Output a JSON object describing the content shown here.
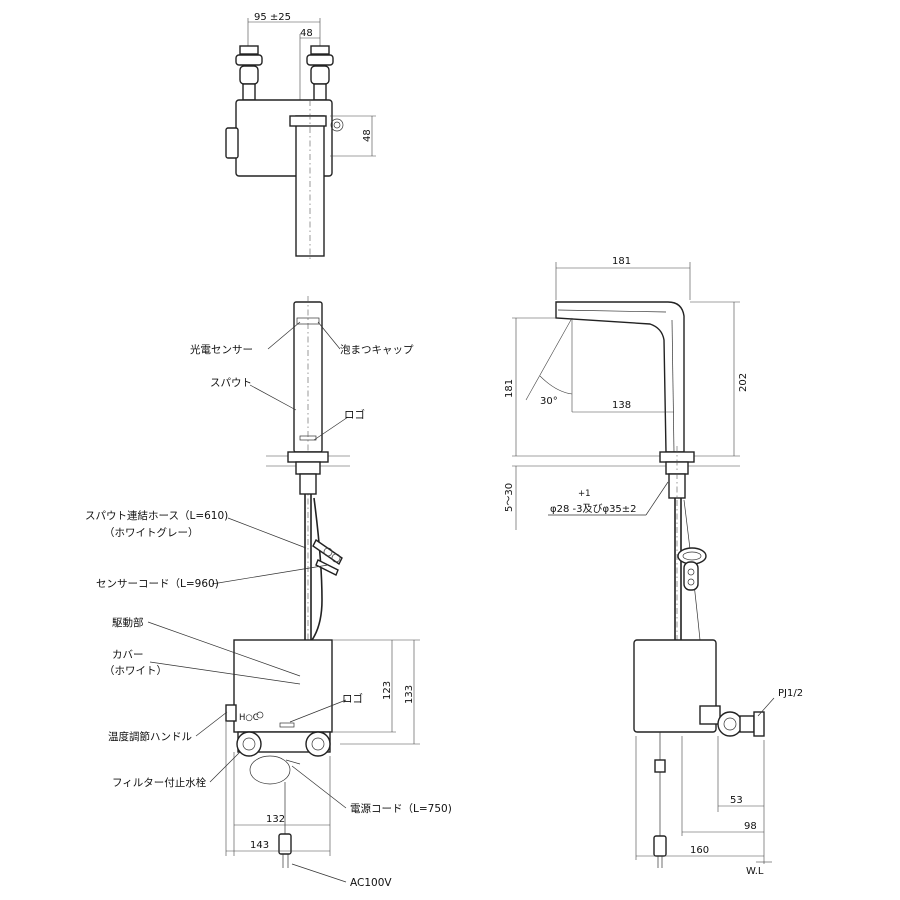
{
  "top_view": {
    "dim_spacing": "95 ±25",
    "dim_offset": "48",
    "dim_depth": "48"
  },
  "front_view": {
    "labels": {
      "sensor": "光電センサー",
      "aerator": "泡まつキャップ",
      "spout": "スパウト",
      "logo_upper": "ロゴ",
      "hose": "スパウト連結ホース（L=610)",
      "hose_color": "（ホワイトグレー）",
      "sensor_cord": "センサーコード（L=960)",
      "drive_unit": "駆動部",
      "cover": "カバー",
      "cover_color": "（ホワイト）",
      "logo_lower": "ロゴ",
      "temp_handle": "温度調節ハンドル",
      "stop_valve": "フィルター付止水栓",
      "power_cord": "電源コード（L=750)",
      "power": "AC100V"
    },
    "dims": {
      "box_height_inner": "123",
      "box_height_outer": "133",
      "width_inner": "132",
      "width_outer": "143"
    }
  },
  "side_view": {
    "dims": {
      "reach": "181",
      "height_total": "202",
      "height_spout": "181",
      "angle": "30°",
      "spout_offset": "138",
      "counter_thickness": "5～30",
      "hole_tolerance": "+1",
      "hole_spec": "φ28 -3及びφ35±2",
      "pipe": "PJ1/2",
      "d53": "53",
      "d98": "98",
      "d160": "160",
      "waterline": "W.L"
    }
  }
}
